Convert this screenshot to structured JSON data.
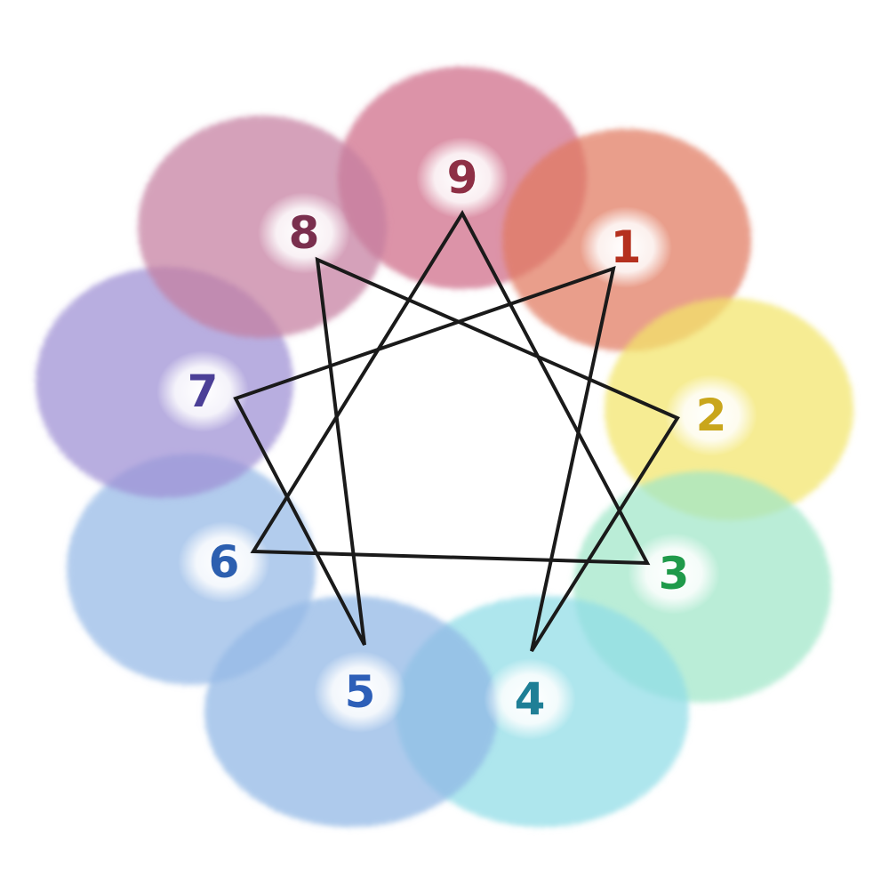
{
  "diagram": {
    "points": [
      {
        "label": "9",
        "color": "#8e2f45",
        "wash": "#cf6a86"
      },
      {
        "label": "1",
        "color": "#b5301e",
        "wash": "#e0785e"
      },
      {
        "label": "2",
        "color": "#c9a61b",
        "wash": "#f2e46a"
      },
      {
        "label": "3",
        "color": "#1f9a4a",
        "wash": "#9fe6c8"
      },
      {
        "label": "4",
        "color": "#1f7f96",
        "wash": "#8fdde6"
      },
      {
        "label": "5",
        "color": "#2d5fb8",
        "wash": "#8fb6e4"
      },
      {
        "label": "6",
        "color": "#2c5fb0",
        "wash": "#94b8e6"
      },
      {
        "label": "7",
        "color": "#4b3f97",
        "wash": "#9d8fd4"
      },
      {
        "label": "8",
        "color": "#7a2f4e",
        "wash": "#c57ea0"
      }
    ],
    "line_color": "#1a1a1a"
  }
}
